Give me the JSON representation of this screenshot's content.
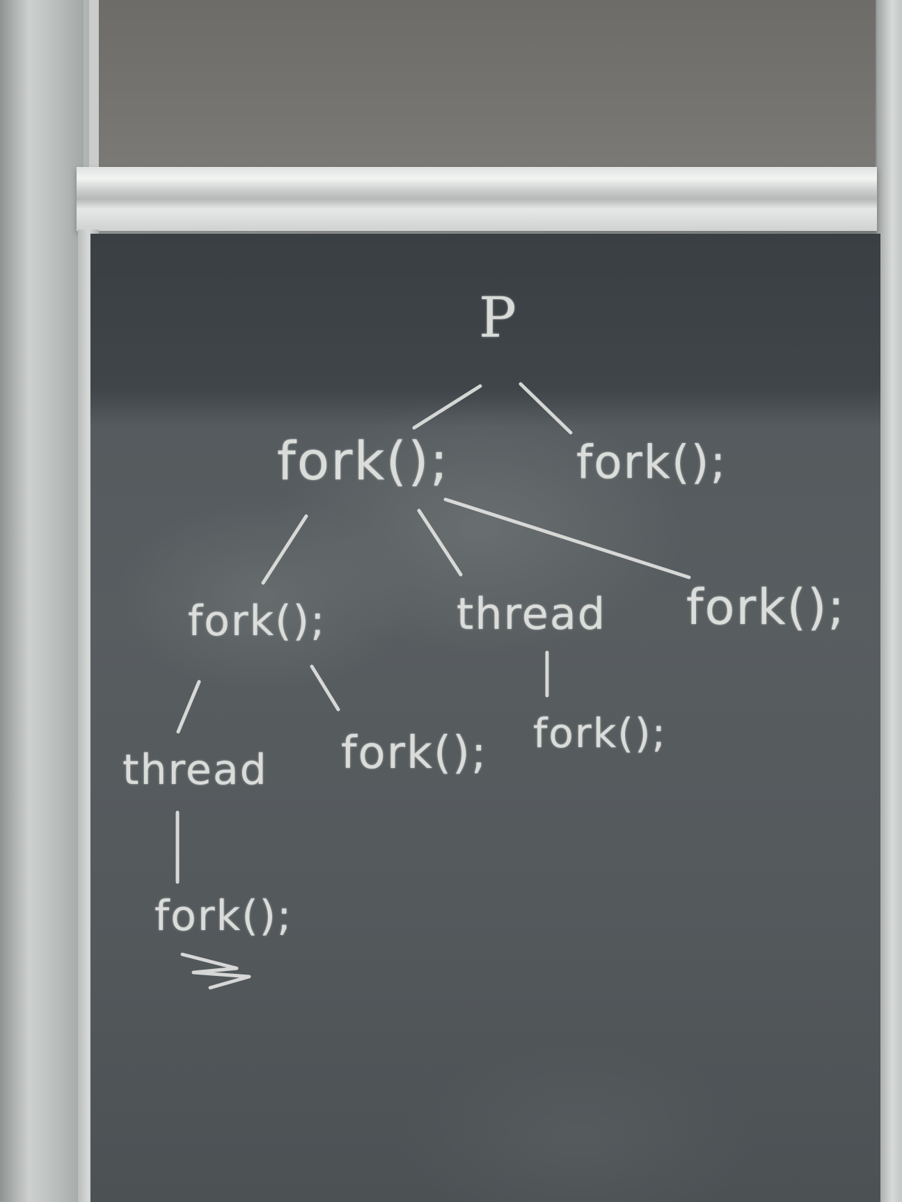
{
  "board": {
    "root": "P",
    "level1": {
      "left": "fork();",
      "right": "fork();"
    },
    "level2": {
      "left": "fork();",
      "middle": "thread",
      "right": "fork();"
    },
    "level3": {
      "left": "thread",
      "middle": "fork();",
      "right": "fork();"
    },
    "level4": {
      "left": "fork();"
    }
  }
}
